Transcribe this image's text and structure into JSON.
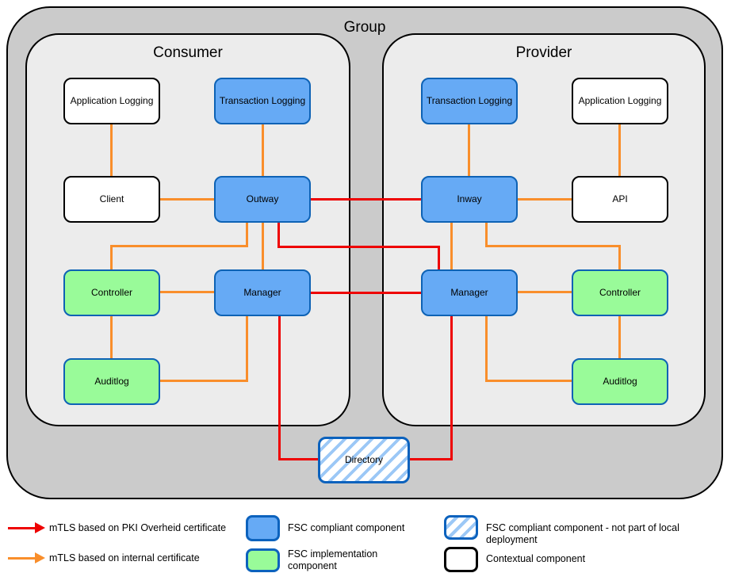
{
  "diagram": {
    "group_title": "Group",
    "consumer": {
      "title": "Consumer",
      "nodes": {
        "application_logging": "Application Logging",
        "transaction_logging": "Transaction Logging",
        "client": "Client",
        "outway": "Outway",
        "controller": "Controller",
        "manager": "Manager",
        "auditlog": "Auditlog"
      }
    },
    "provider": {
      "title": "Provider",
      "nodes": {
        "transaction_logging": "Transaction Logging",
        "application_logging": "Application Logging",
        "inway": "Inway",
        "api": "API",
        "manager": "Manager",
        "controller": "Controller",
        "auditlog": "Auditlog"
      }
    },
    "directory_label": "Directory"
  },
  "legend": {
    "arrows": [
      {
        "color": "#ee0202",
        "label": "mTLS based on PKI Overheid certificate"
      },
      {
        "color": "#f98e2b",
        "label": "mTLS based on internal certificate"
      }
    ],
    "swatches": [
      {
        "type": "fsc-compliant",
        "label": "FSC compliant component"
      },
      {
        "type": "fsc-implementation",
        "label": "FSC implementation component"
      },
      {
        "type": "fsc-compliant-not-local",
        "label": "FSC compliant component - not part of local deployment"
      },
      {
        "type": "contextual",
        "label": "Contextual component"
      }
    ]
  },
  "colors": {
    "blue_fill": "#66aaf5",
    "blue_border": "#0d62b5",
    "green_fill": "#99fb99",
    "hatch_stripe": "#9cc8f6",
    "red_line": "#ee0202",
    "orange_line": "#f98e2b",
    "group_background": "#cbcbcb",
    "zone_background": "#ececec"
  }
}
